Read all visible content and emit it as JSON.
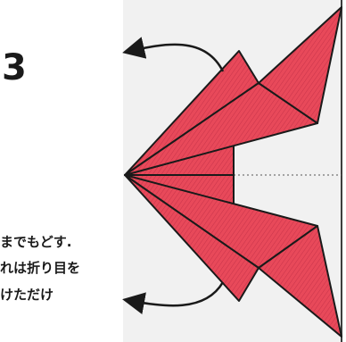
{
  "step": {
    "number": "3"
  },
  "caption": {
    "lines": [
      "までもどす.",
      "れは折り目を",
      "けただけ"
    ]
  },
  "colors": {
    "paper_red": "#e8495a",
    "outline": "#1a1a1a",
    "page": "#ffffff",
    "paper_bg": "#f1f1f1"
  },
  "icons": [
    "curved-arrow-left-top-icon",
    "curved-arrow-left-bottom-icon"
  ]
}
